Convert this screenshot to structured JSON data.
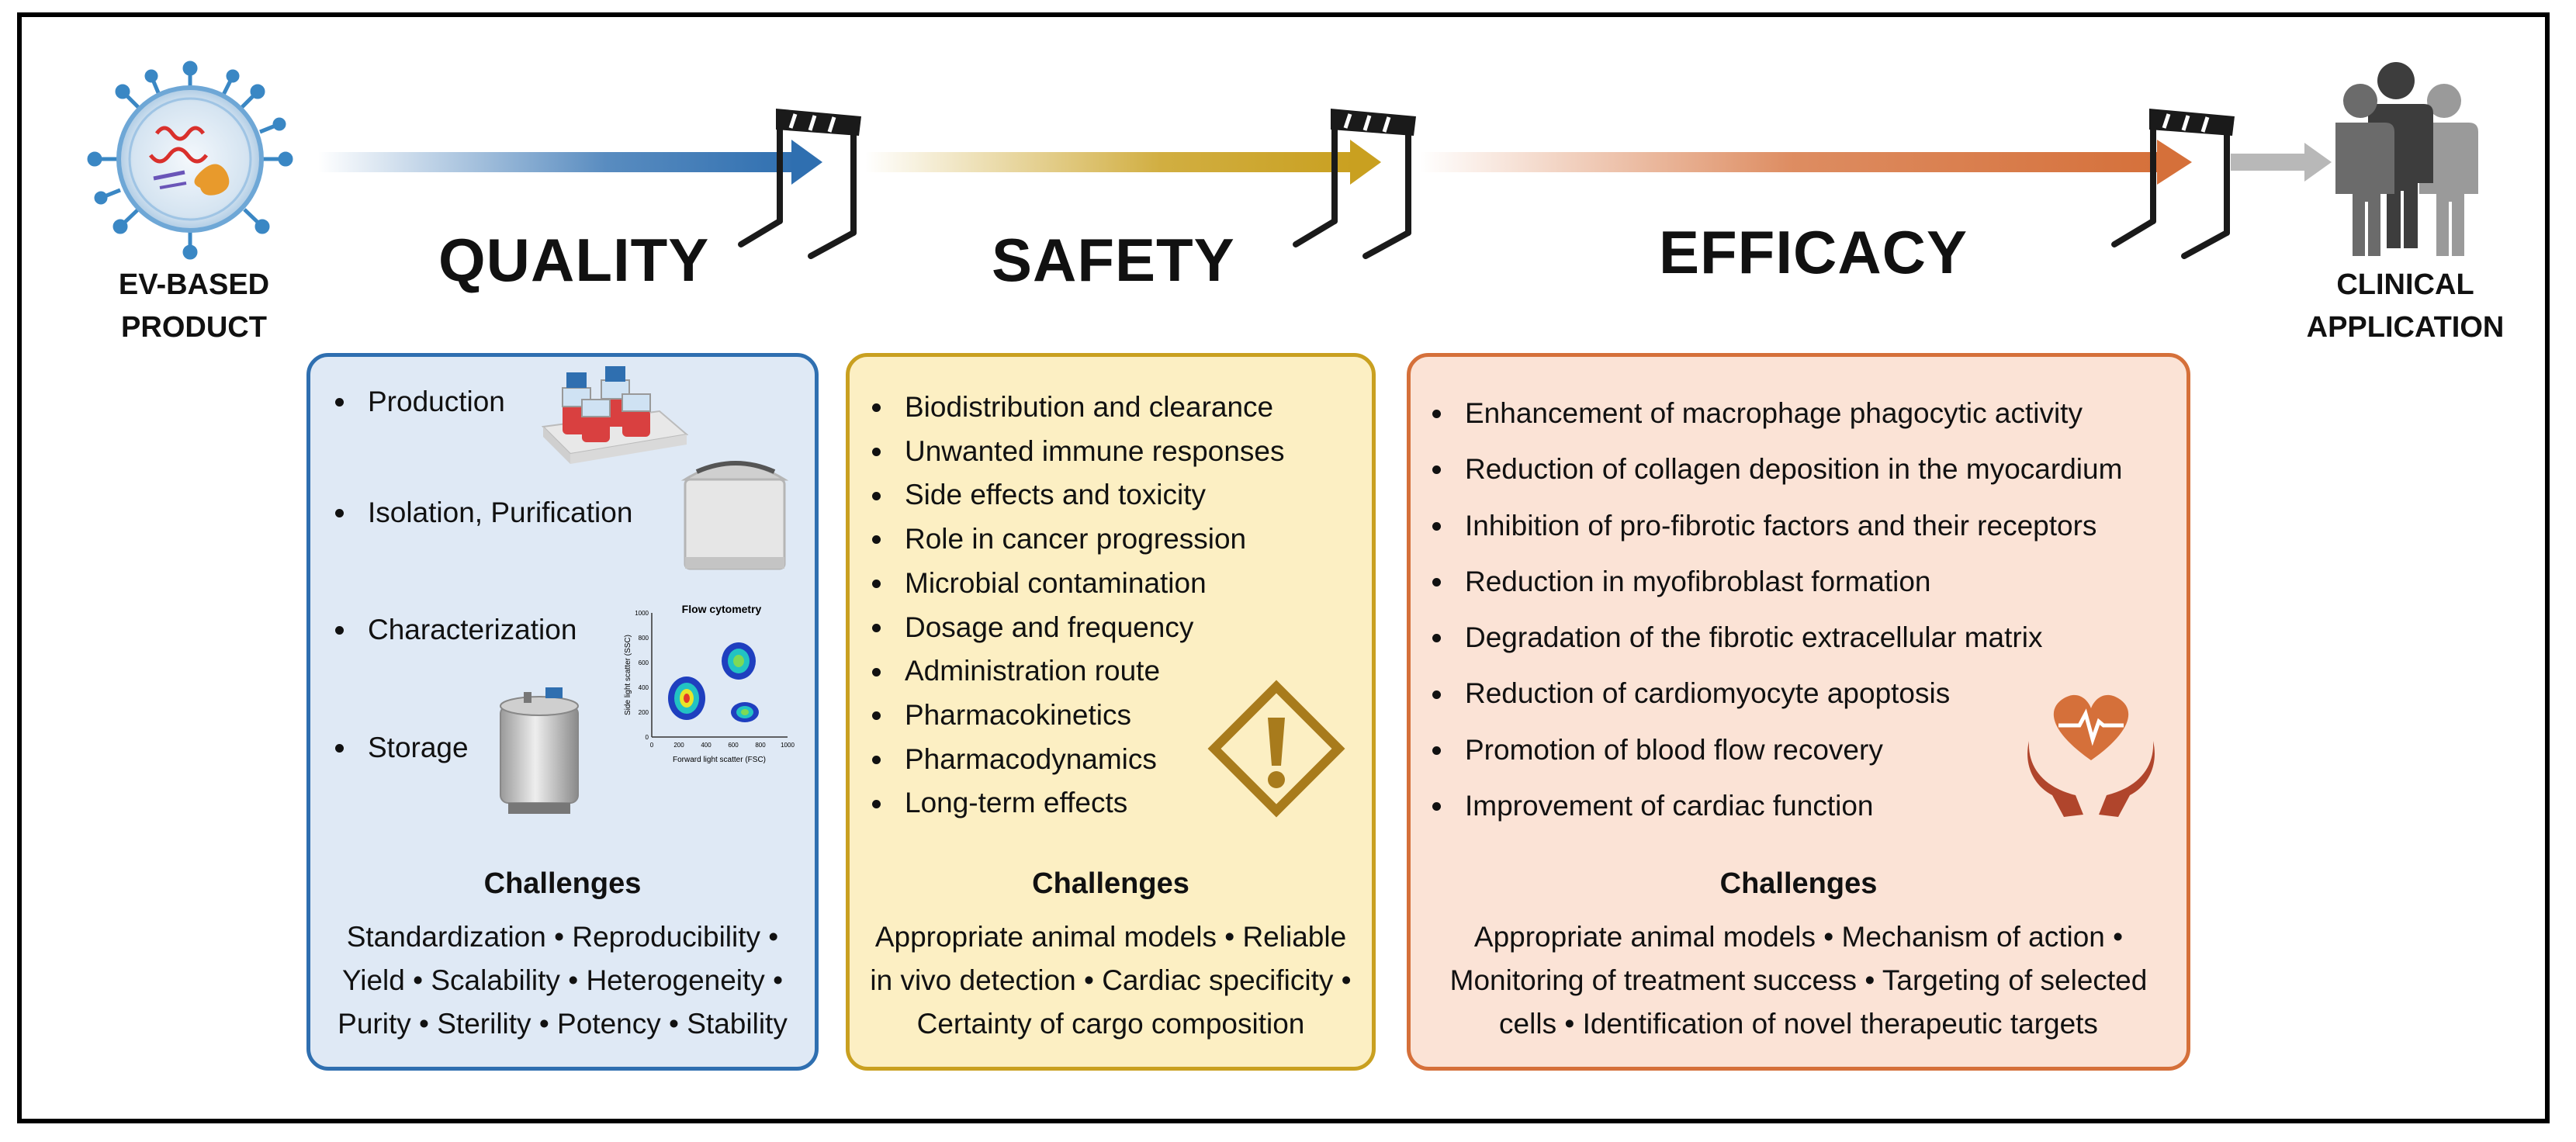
{
  "start": {
    "line1": "EV-BASED",
    "line2": "PRODUCT"
  },
  "end": {
    "line1": "CLINICAL",
    "line2": "APPLICATION"
  },
  "stages": {
    "quality": {
      "title": "QUALITY",
      "items": [
        "Production",
        "Isolation, Purification",
        "Characterization",
        "Storage"
      ],
      "challenges_title": "Challenges",
      "challenges_lines": [
        "Standardization • Reproducibility •",
        "Yield • Scalability • Heterogeneity •",
        "Purity • Sterility • Potency • Stability"
      ],
      "flow_plot": {
        "title": "Flow cytometry",
        "xlabel": "Forward light scatter (FSC)",
        "ylabel": "Side light scatter (SSC)",
        "xticks": [
          "0",
          "200",
          "400",
          "600",
          "800",
          "1000"
        ],
        "yticks": [
          "0",
          "200",
          "400",
          "600",
          "800",
          "1000"
        ]
      }
    },
    "safety": {
      "title": "SAFETY",
      "items": [
        "Biodistribution and clearance",
        "Unwanted immune responses",
        "Side effects and toxicity",
        "Role in cancer progression",
        "Microbial contamination",
        "Dosage and frequency",
        "Administration route",
        "Pharmacokinetics",
        "Pharmacodynamics",
        "Long-term effects"
      ],
      "challenges_title": "Challenges",
      "challenges_lines": [
        "Appropriate animal models • Reliable",
        "in vivo detection • Cardiac specificity •",
        "Certainty of cargo composition"
      ]
    },
    "efficacy": {
      "title": "EFFICACY",
      "items": [
        "Enhancement of macrophage phagocytic activity",
        "Reduction of collagen deposition in the myocardium",
        "Inhibition of pro-fibrotic factors and their receptors",
        "Reduction in myofibroblast formation",
        "Degradation of the fibrotic extracellular matrix",
        "Reduction of cardiomyocyte apoptosis",
        "Promotion of blood flow recovery",
        "Improvement of cardiac function"
      ],
      "challenges_title": "Challenges",
      "challenges_lines": [
        "Appropriate animal models • Mechanism of action •",
        "Monitoring of treatment success • Targeting of selected",
        "cells • Identification of novel therapeutic targets"
      ]
    }
  },
  "colors": {
    "quality": "#2f6fb0",
    "safety": "#c9a020",
    "efficacy": "#d5703a",
    "final_arrow": "#b8b8b8"
  }
}
